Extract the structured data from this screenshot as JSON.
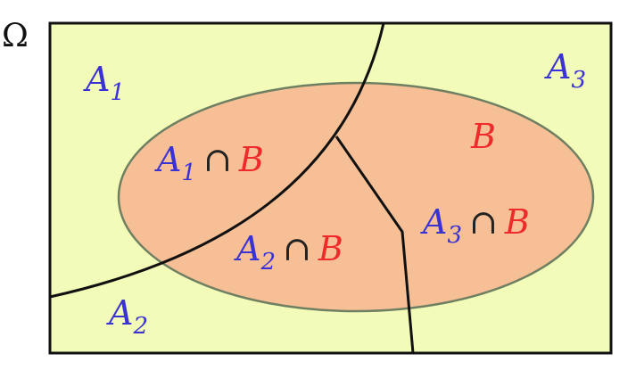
{
  "universe": {
    "label": "Ω"
  },
  "partitions": [
    {
      "letter": "A",
      "index": "1"
    },
    {
      "letter": "A",
      "index": "2"
    },
    {
      "letter": "A",
      "index": "3"
    }
  ],
  "event": {
    "label": "B"
  },
  "intersections": [
    {
      "letter": "A",
      "index": "1",
      "op": "∩",
      "event": "B"
    },
    {
      "letter": "A",
      "index": "2",
      "op": "∩",
      "event": "B"
    },
    {
      "letter": "A",
      "index": "3",
      "op": "∩",
      "event": "B"
    }
  ],
  "colors": {
    "universe_fill": "#f3fbb8",
    "event_fill": "#f6bf95",
    "event_stroke": "#6f7f62",
    "border": "#111111",
    "partition_text": "#3b32d6",
    "event_text": "#ee2a2a",
    "operator_text": "#222222"
  }
}
